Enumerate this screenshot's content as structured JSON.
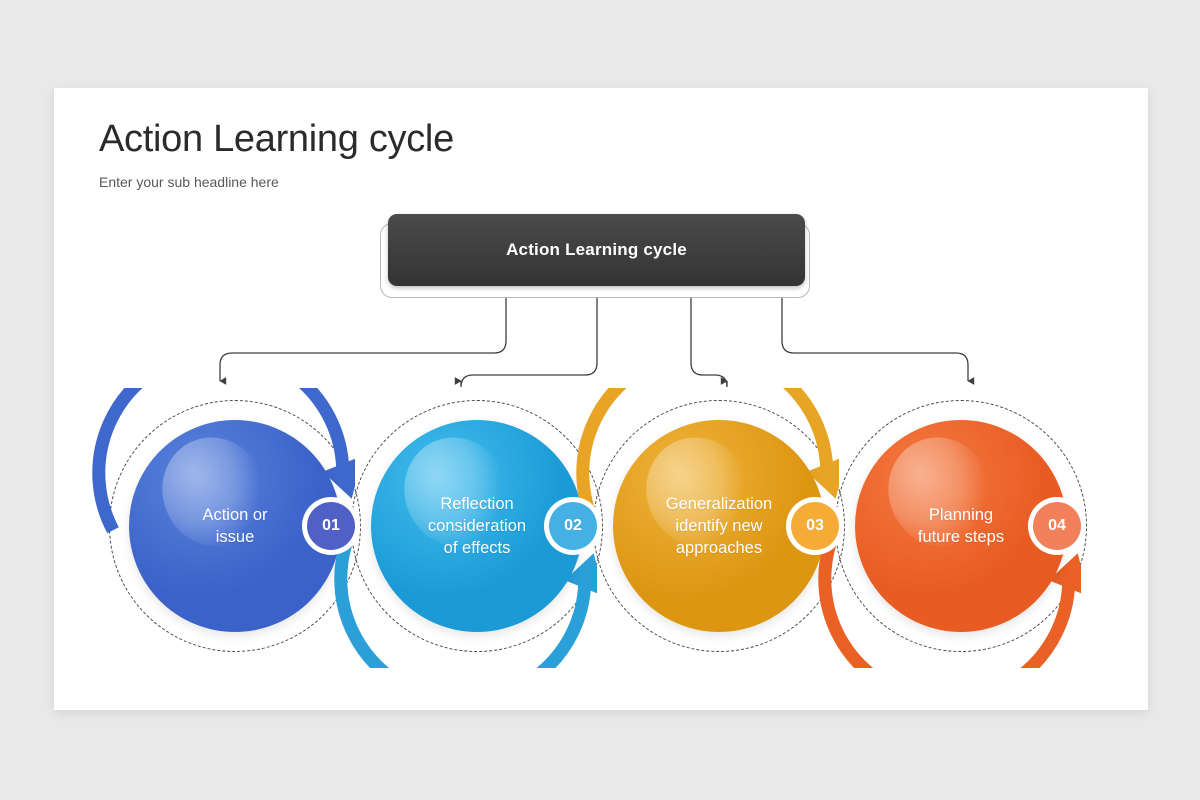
{
  "slide": {
    "title": "Action Learning cycle",
    "subtitle": "Enter your sub headline here",
    "background_color": "#e9e9ea",
    "card_color": "#ffffff"
  },
  "header_box": {
    "label": "Action Learning cycle",
    "fill_color": "#404040",
    "text_color": "#ffffff"
  },
  "diagram": {
    "type": "cycle-process",
    "connector_color": "#3f3f3f",
    "dashed_ring_color": "#4a4a4a",
    "steps": [
      {
        "number": "01",
        "label": "Action or\nissue",
        "line1": "Action or",
        "line2": "issue",
        "line3": "",
        "sphere_color": "#3a62c8",
        "sphere_color_light": "#5a83dd",
        "arc_color": "#3f68cc",
        "badge_color": "#5060c6",
        "arc_position": "top"
      },
      {
        "number": "02",
        "label": "Reflection\nconsideration\nof effects",
        "line1": "Reflection",
        "line2": "consideration",
        "line3": "of effects",
        "sphere_color": "#1b9ad6",
        "sphere_color_light": "#41bdee",
        "arc_color": "#2a9fd8",
        "badge_color": "#45b0e3",
        "arc_position": "bottom"
      },
      {
        "number": "03",
        "label": "Generalization\nidentify new\napproaches",
        "line1": "Generalization",
        "line2": "identify new",
        "line3": "approaches",
        "sphere_color": "#dd9612",
        "sphere_color_light": "#f0b43c",
        "arc_color": "#e8a425",
        "badge_color": "#f5ab35",
        "arc_position": "top"
      },
      {
        "number": "04",
        "label": "Planning\nfuture steps",
        "line1": "Planning",
        "line2": "future steps",
        "line3": "",
        "sphere_color": "#e85b22",
        "sphere_color_light": "#f47a42",
        "arc_color": "#e96125",
        "badge_color": "#f2805a",
        "arc_position": "bottom"
      }
    ]
  }
}
